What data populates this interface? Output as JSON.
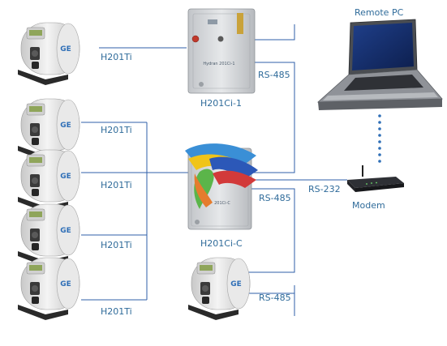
{
  "labels": {
    "remote_pc": "Remote PC",
    "modem": "Modem",
    "h201ci_1": "H201Ci-1",
    "h201ci_c": "H201Ci-C",
    "rs485_top": "RS-485",
    "rs485_mid": "RS-485",
    "rs485_bottom": "RS-485",
    "rs232": "RS-232",
    "h201ti_1": "H201Ti",
    "h201ti_2": "H201Ti",
    "h201ti_3": "H201Ti",
    "h201ti_4": "H201Ti",
    "h201ti_5": "H201Ti"
  },
  "devices": {
    "sensor_logo": "GE",
    "ci1_brand": "Hydran 201Ci-1",
    "cic_brand": "201Ci-C"
  },
  "colors": {
    "wire": "#2f5fa8",
    "label": "#2f6b9a",
    "sensor_body": "#e4e4e4",
    "enclosure": "#d7d9dc",
    "screen": "#8fa55a"
  }
}
